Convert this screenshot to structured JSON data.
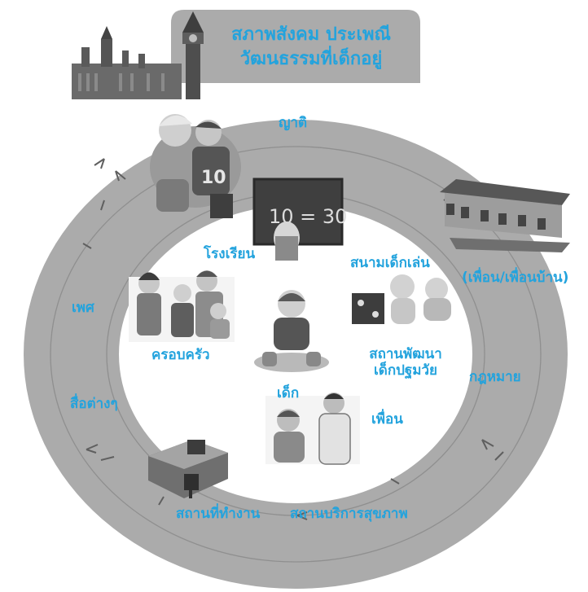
{
  "header": {
    "line1": "สภาพสังคม ประเพณี",
    "line2": "วัฒนธรรมที่เด็กอยู่"
  },
  "labels": {
    "relatives": "ญาติ",
    "school": "โรงเรียน",
    "playground": "สนามเด็กเล่น",
    "neighbours": "(เพื่อน/เพื่อนบ้าน)",
    "gender": "เพศ",
    "family": "ครอบครัว",
    "early_childhood_1": "สถานพัฒนา",
    "early_childhood_2": "เด็กปฐมวัย",
    "law": "กฎหมาย",
    "media": "สื่อต่างๆ",
    "child": "เด็ก",
    "friends": "เพื่อน",
    "workplace": "สถานที่ทำงาน",
    "health_service": "สถานบริการสุขภาพ"
  },
  "colors": {
    "label_text": "#23a3dd",
    "ring": "#ababab",
    "arrow": "#5f5f5f"
  },
  "illustrations": {
    "parliament": "parliament-building-icon",
    "grandparent": "grandparent-with-child-icon",
    "classroom": "child-at-chalkboard-icon",
    "houses": "row-of-houses-icon",
    "family": "family-group-icon",
    "child": "seated-child-icon",
    "blocks": "babies-with-blocks-icon",
    "doctor": "doctor-with-patient-icon",
    "office": "office-workstation-icon"
  },
  "blackboard_text": "10 = 30"
}
